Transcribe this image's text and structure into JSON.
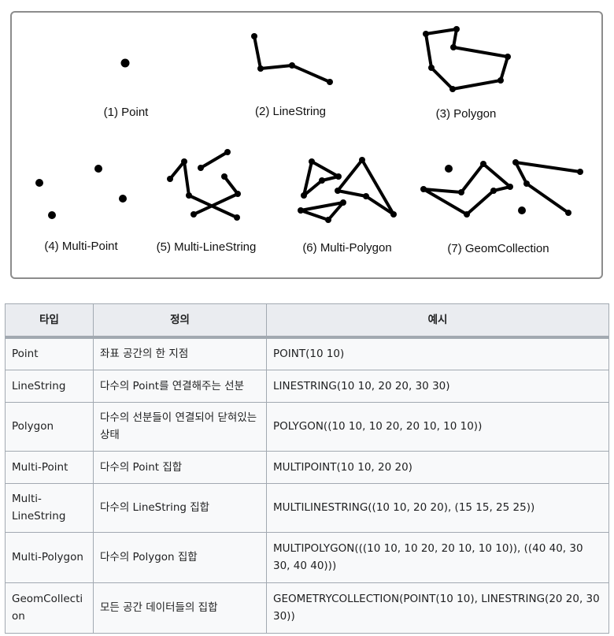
{
  "figure": {
    "captions": [
      "(1) Point",
      "(2) LineString",
      "(3) Polygon",
      "(4) Multi-Point",
      "(5) Multi-LineString",
      "(6) Multi-Polygon",
      "(7) GeomCollection"
    ]
  },
  "table": {
    "headers": [
      "타입",
      "정의",
      "예시"
    ],
    "rows": [
      [
        "Point",
        "좌표 공간의 한 지점",
        "POINT(10 10)"
      ],
      [
        "LineString",
        "다수의 Point를 연결해주는 선분",
        "LINESTRING(10 10, 20 20, 30 30)"
      ],
      [
        "Polygon",
        "다수의 선분들이 연결되어 닫혀있는 상태",
        "POLYGON((10 10, 10 20, 20 10, 10 10))"
      ],
      [
        "Multi-Point",
        "다수의 Point 집합",
        "MULTIPOINT(10 10, 20 20)"
      ],
      [
        "Multi-LineString",
        "다수의 LineString 집합",
        "MULTILINESTRING((10 10, 20 20), (15 15, 25 25))"
      ],
      [
        "Multi-Polygon",
        "다수의 Polygon 집합",
        "MULTIPOLYGON(((10 10, 10 20, 20 10, 10 10)), ((40 40, 30 30, 40 40)))"
      ],
      [
        "GeomCollection",
        "모든 공간 데이터들의 집합",
        "GEOMETRYCOLLECTION(POINT(10 10), LINESTRING(20 20, 30 30))"
      ]
    ]
  }
}
